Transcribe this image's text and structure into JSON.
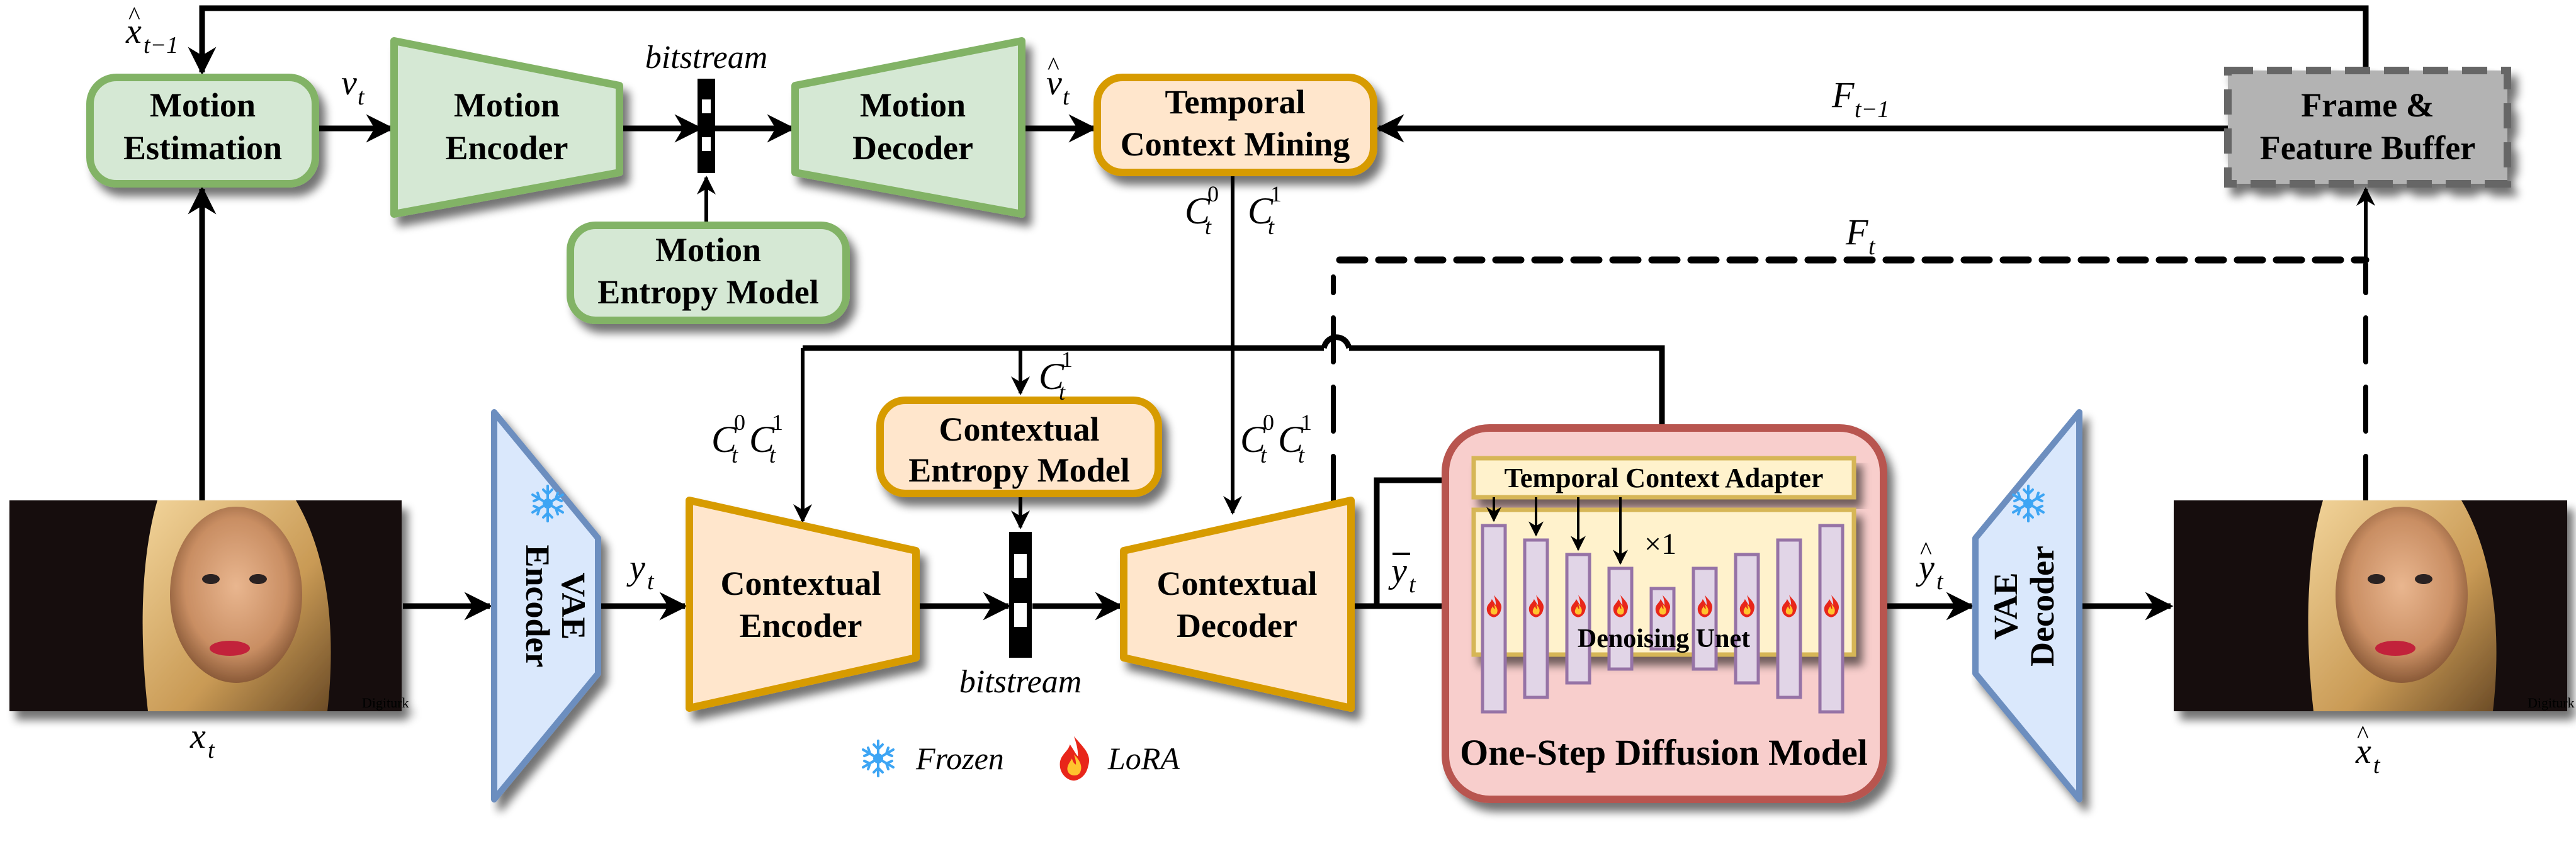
{
  "figure": {
    "colors": {
      "motion_fill": "#D5E8D4",
      "motion_stroke": "#82B366",
      "context_fill": "#FFE6CC",
      "context_stroke": "#D79B00",
      "vae_fill": "#DAE8FC",
      "vae_stroke": "#6C8EBF",
      "diffusion_fill": "#F8CECC",
      "diffusion_stroke": "#B85450",
      "unet_fill": "#FFF2CC",
      "unet_stroke": "#D6B656",
      "block_fill": "#E1D5E7",
      "block_stroke": "#9673A6",
      "buffer_fill": "#B3B3B3",
      "buffer_stroke": "#666666",
      "snow": "#3DA5F4",
      "flame_outer": "#E8261A",
      "flame_inner": "#FFC42E"
    },
    "motion_estimation": {
      "line1": "Motion",
      "line2": "Estimation"
    },
    "motion_encoder": {
      "line1": "Motion",
      "line2": "Encoder"
    },
    "motion_decoder": {
      "line1": "Motion",
      "line2": "Decoder"
    },
    "motion_entropy_model": {
      "line1": "Motion",
      "line2": "Entropy Model"
    },
    "temporal_context_mining": {
      "line1": "Temporal",
      "line2": "Context Mining"
    },
    "frame_feature_buffer": {
      "line1": "Frame &",
      "line2": "Feature Buffer"
    },
    "contextual_entropy_model": {
      "line1": "Contextual",
      "line2": "Entropy Model"
    },
    "contextual_encoder": {
      "line1": "Contextual",
      "line2": "Encoder"
    },
    "contextual_decoder": {
      "line1": "Contextual",
      "line2": "Decoder"
    },
    "vae_encoder": {
      "line1": "VAE",
      "line2": "Encoder"
    },
    "vae_decoder": {
      "line1": "VAE",
      "line2": "Decoder"
    },
    "temporal_context_adapter": "Temporal Context Adapter",
    "denoising_unet": {
      "label": "Denoising Unet",
      "repeat": "×1",
      "block_count": 9
    },
    "one_step_diffusion": "One-Step Diffusion Model",
    "bitstream_label": "bitstream",
    "legend": {
      "frozen": "Frozen",
      "lora": "LoRA"
    },
    "symbols": {
      "x_prev": {
        "base": "x",
        "sub": "t−1",
        "hat": true
      },
      "v": {
        "base": "v",
        "sub": "t"
      },
      "v_hat": {
        "base": "v",
        "sub": "t",
        "hat": true
      },
      "F_prev": {
        "base": "F",
        "sub": "t−1"
      },
      "F": {
        "base": "F",
        "sub": "t"
      },
      "C0": {
        "base": "C",
        "sub": "t",
        "sup": "0"
      },
      "C1": {
        "base": "C",
        "sub": "t",
        "sup": "1"
      },
      "y": {
        "base": "y",
        "sub": "t"
      },
      "y_bar": {
        "base": "y",
        "sub": "t",
        "bar": true
      },
      "y_hat": {
        "base": "y",
        "sub": "t",
        "hat": true
      },
      "x": {
        "base": "x",
        "sub": "t"
      },
      "x_hat": {
        "base": "x",
        "sub": "t",
        "hat": true
      }
    },
    "images": {
      "input": "input frame x_t (portrait)",
      "output": "reconstructed frame x̂_t (portrait)",
      "watermark": "Digiturk"
    }
  }
}
